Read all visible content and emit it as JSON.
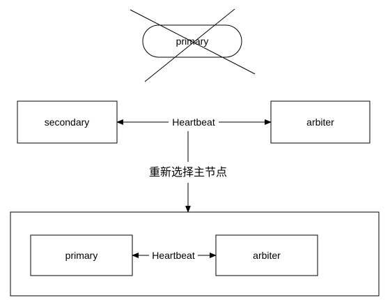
{
  "top": {
    "failed_node_label": "primary",
    "crossed_out": true
  },
  "middle": {
    "left_node_label": "secondary",
    "right_node_label": "arbiter",
    "link_label": "Heartbeat"
  },
  "transition": {
    "label": "重新选择主节点"
  },
  "bottom": {
    "left_node_label": "primary",
    "right_node_label": "arbiter",
    "link_label": "Heartbeat"
  },
  "colors": {
    "stroke": "#000000",
    "fill": "#ffffff",
    "text": "#000000"
  }
}
